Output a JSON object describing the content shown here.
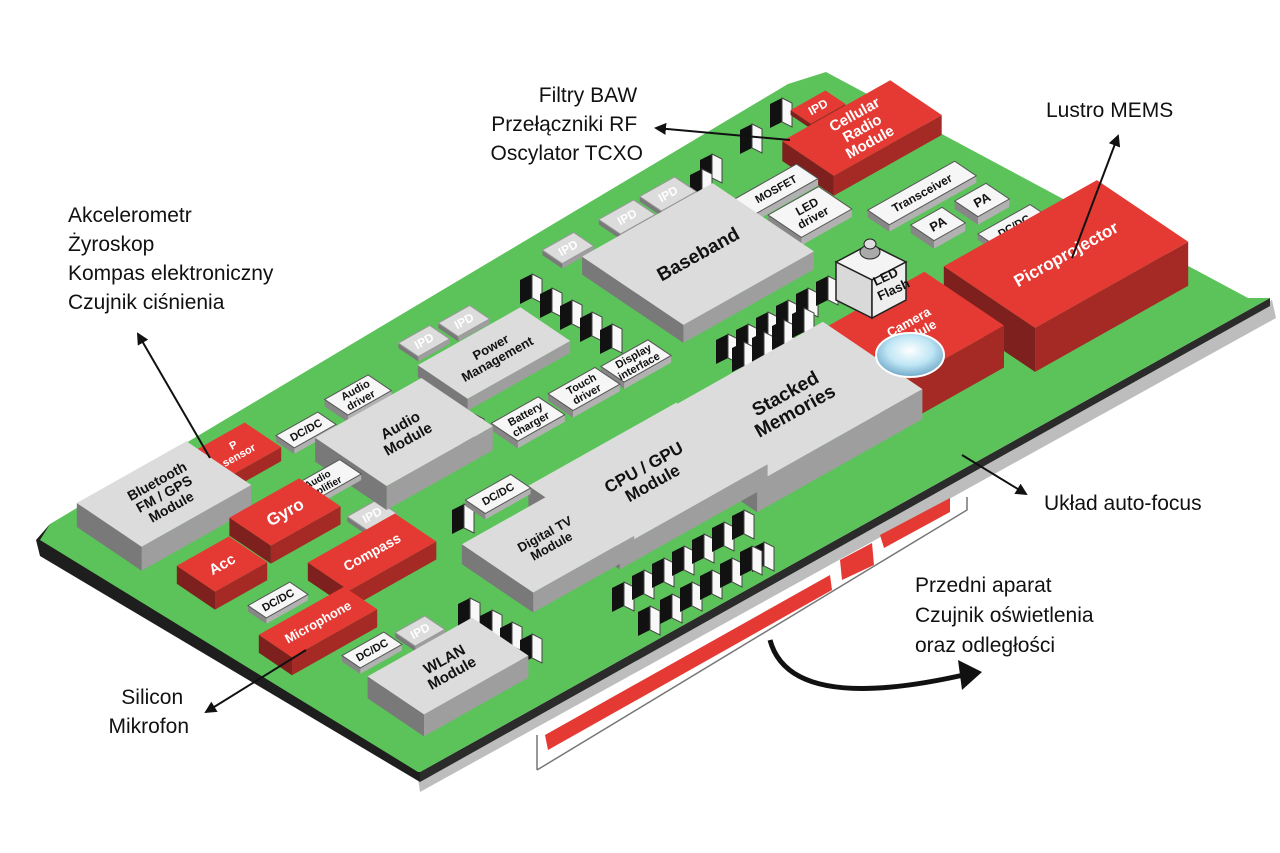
{
  "annotations": {
    "baw": [
      "Filtry BAW",
      "Przełączniki RF",
      "Oscylator TCXO"
    ],
    "mems": [
      "Lustro MEMS"
    ],
    "sensors": [
      "Akcelerometr",
      "Żyroskop",
      "Kompas elektroniczny",
      "Czujnik ciśnienia"
    ],
    "mic": [
      "Silicon",
      "Mikrofon"
    ],
    "af": [
      "Układ auto-focus"
    ],
    "front": [
      "Przedni aparat",
      "Czujnik oświetlenia",
      "oraz odległości"
    ]
  },
  "components": {
    "ipd": "IPD",
    "cellular": [
      "Cellular",
      "Radio",
      "Module"
    ],
    "mosfet": "MOSFET",
    "led_driver": [
      "LED",
      "driver"
    ],
    "transceiver": "Transceiver",
    "pa": "PA",
    "dcdc": "DC/DC",
    "baseband": "Baseband",
    "led_flash": [
      "LED",
      "Flash"
    ],
    "picoprojector": "Picroprojector",
    "power_mgmt": [
      "Power",
      "Management"
    ],
    "display_iface": [
      "Display",
      "interface"
    ],
    "touch_driver": [
      "Touch",
      "driver"
    ],
    "battery_charger": [
      "Battery",
      "charger"
    ],
    "audio_driver": [
      "Audio",
      "driver"
    ],
    "audio_module": [
      "Audio",
      "Module"
    ],
    "audio_amp": [
      "Audio",
      "amplifier"
    ],
    "camera": [
      "Camera",
      "Module"
    ],
    "stacked": [
      "Stacked",
      "Memories"
    ],
    "cpu_gpu": [
      "CPU / GPU",
      "Module"
    ],
    "p_sensor": [
      "P",
      "sensor"
    ],
    "bluetooth": [
      "Bluetooth",
      "FM / GPS",
      "Module"
    ],
    "gyro": "Gyro",
    "acc": "Acc",
    "compass": "Compass",
    "digital_tv": [
      "Digital TV",
      "Module"
    ],
    "microphone": "Microphone",
    "wlan": [
      "WLAN",
      "Module"
    ]
  },
  "colors": {
    "board": "#5cc25a",
    "board_edge": "#2b2b2b",
    "red": "#e53a34",
    "chip_gray": "#dcdcdc"
  }
}
